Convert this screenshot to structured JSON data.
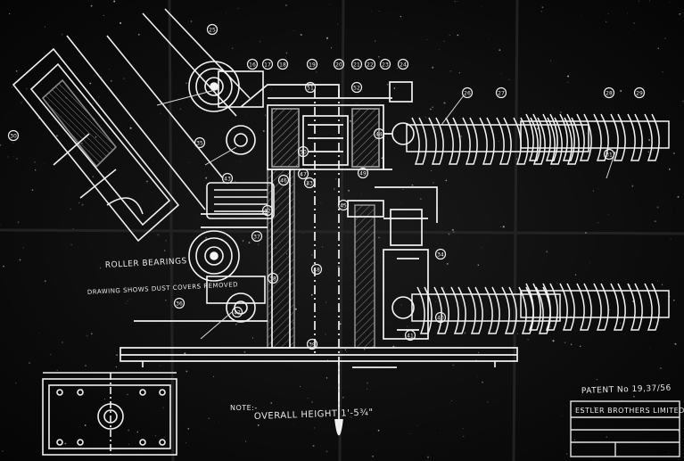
{
  "drawing": {
    "note_lines": {
      "roller_bearings": "ROLLER BEARINGS",
      "drawing_shows_dust_covers_removed": "DRAWING SHOWS DUST COVERS REMOVED"
    },
    "note_overall_height": {
      "label": "NOTE:-",
      "value": "OVERALL HEIGHT 1'-5¾\""
    },
    "patent": "PATENT No 19,37/56",
    "title_block": {
      "maker": "ESTLER BROTHERS LIMITED"
    },
    "balloon_numbers": [
      "16",
      "17",
      "18",
      "19",
      "20",
      "21",
      "22",
      "23",
      "24",
      "25",
      "26",
      "27",
      "28",
      "29",
      "30",
      "31",
      "32",
      "33",
      "34",
      "35",
      "36",
      "37",
      "38",
      "39",
      "40",
      "41",
      "42",
      "43",
      "44",
      "45",
      "46",
      "47",
      "48",
      "49",
      "50",
      "51",
      "52"
    ],
    "colors": {
      "line": "#f2f2f2",
      "paper": "#0d0d0d"
    }
  }
}
